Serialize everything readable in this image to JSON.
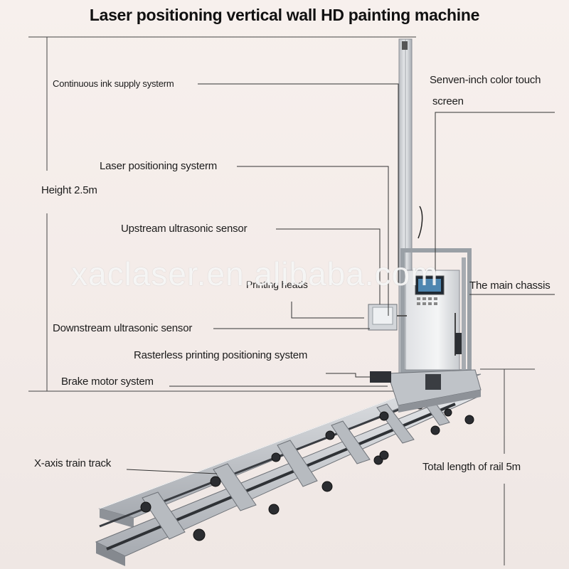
{
  "title": "Laser positioning vertical wall HD painting machine",
  "watermark": "xaclaser.en.alibaba.com",
  "labels": {
    "ink_supply": "Continuous ink supply systerm",
    "touch_screen_line1": "Senven-inch color touch",
    "touch_screen_line2": "screen",
    "laser_positioning": "Laser positioning systerm",
    "height": "Height  2.5m",
    "upstream_sensor": "Upstream ultrasonic sensor",
    "printing_heads": "Printing heads",
    "main_chassis": "The main chassis",
    "downstream_sensor": "Downstream ultrasonic sensor",
    "rasterless": "Rasterless printing positioning system",
    "brake_motor": "Brake motor system",
    "train_track": "X-axis train track",
    "rail_length": "Total length of rail 5m"
  },
  "colors": {
    "background": "#f6efec",
    "leader_line": "#333333",
    "rail_metal": "#c9ccd0",
    "rail_dark": "#3a3d42"
  }
}
